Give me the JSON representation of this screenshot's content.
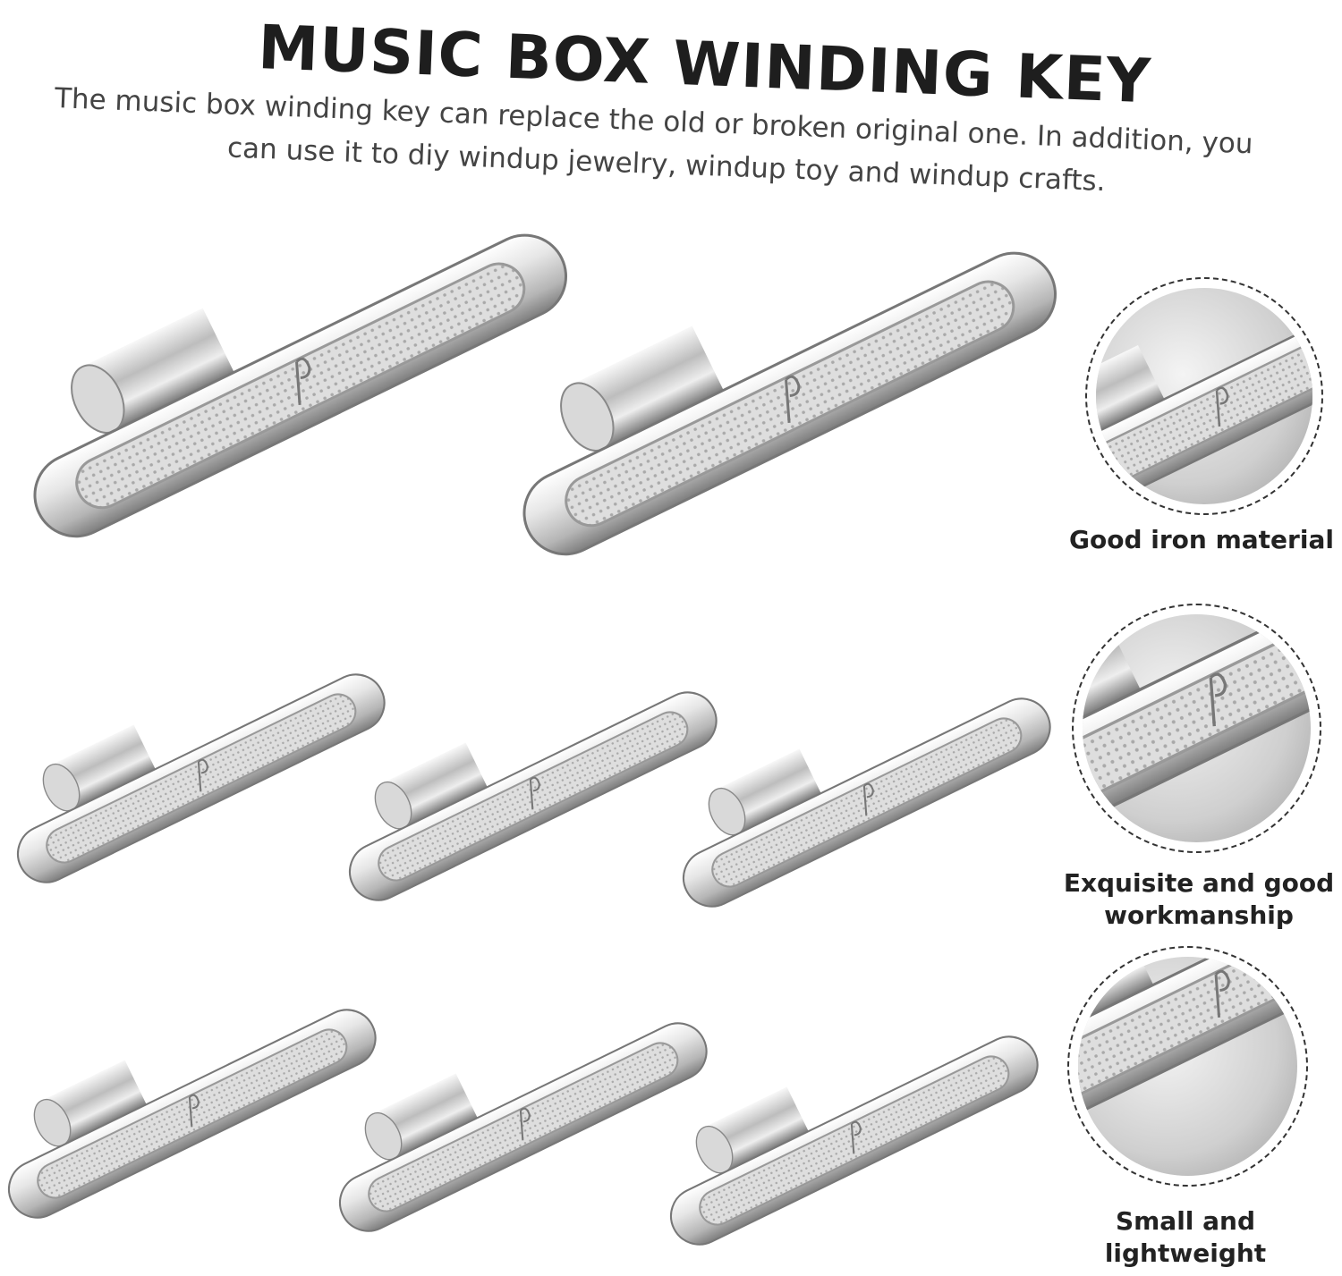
{
  "title": "MUSIC BOX WINDING KEY",
  "description": {
    "line1": "The music box winding key can replace the old or broken original one. In addition, you",
    "line2": "can use it to diy windup jewelry, windup toy and windup crafts."
  },
  "features": [
    {
      "label": "Good iron material"
    },
    {
      "label": "Exquisite and good workmanship"
    },
    {
      "label": "Small and lightweight"
    }
  ],
  "colors": {
    "metal_light": "#f2f2f2",
    "metal_dark": "#8e8e8e",
    "text": "#1e1e1e"
  }
}
